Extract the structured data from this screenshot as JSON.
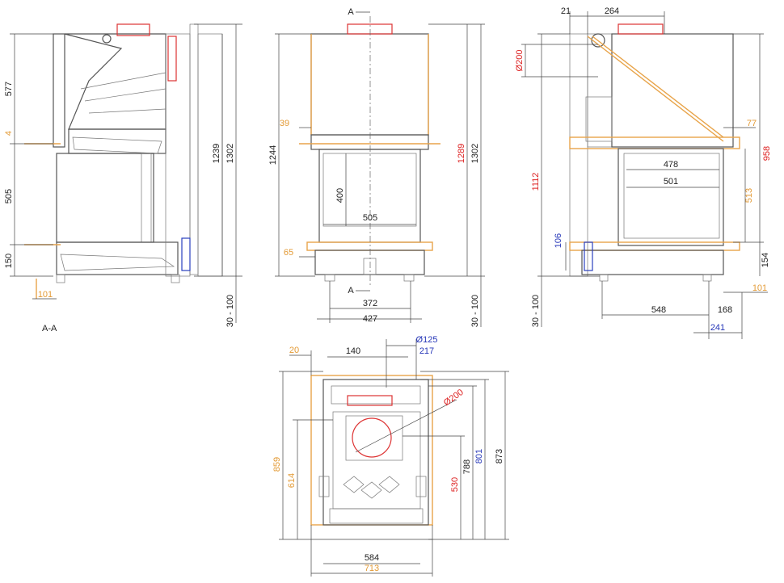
{
  "views": {
    "section": {
      "caption": "A-A",
      "dims": {
        "d577": "577",
        "d4": "4",
        "d505": "505",
        "d150": "150",
        "d101": "101",
        "d1239": "1239",
        "d1302": "1302",
        "d30_100": "30 - 100"
      }
    },
    "front": {
      "dims": {
        "a_top": "A",
        "a_bottom": "A",
        "d39": "39",
        "d1244": "1244",
        "d400": "400",
        "d505": "505",
        "d65": "65",
        "d1289": "1289",
        "d1302": "1302",
        "d372": "372",
        "d427": "427",
        "d30_100": "30 - 100"
      }
    },
    "side": {
      "dims": {
        "d21": "21",
        "d264": "264",
        "d200": "Ø200",
        "d77": "77",
        "d1112": "1112",
        "d958": "958",
        "d478": "478",
        "d501": "501",
        "d513": "513",
        "d106": "106",
        "d154": "154",
        "d101": "101",
        "d30_100": "30 - 100",
        "d548": "548",
        "d168": "168",
        "d241": "241"
      }
    },
    "top": {
      "dims": {
        "d20": "20",
        "d140": "140",
        "d125": "Ø125",
        "d217": "217",
        "d200": "Ø200",
        "d859": "859",
        "d614": "614",
        "d530": "530",
        "d788": "788",
        "d801": "801",
        "d873": "873",
        "d584": "584",
        "d713": "713"
      }
    }
  },
  "colors": {
    "black": "#222222",
    "orange": "#e39a35",
    "red": "#d22222",
    "blue": "#2536b8"
  }
}
